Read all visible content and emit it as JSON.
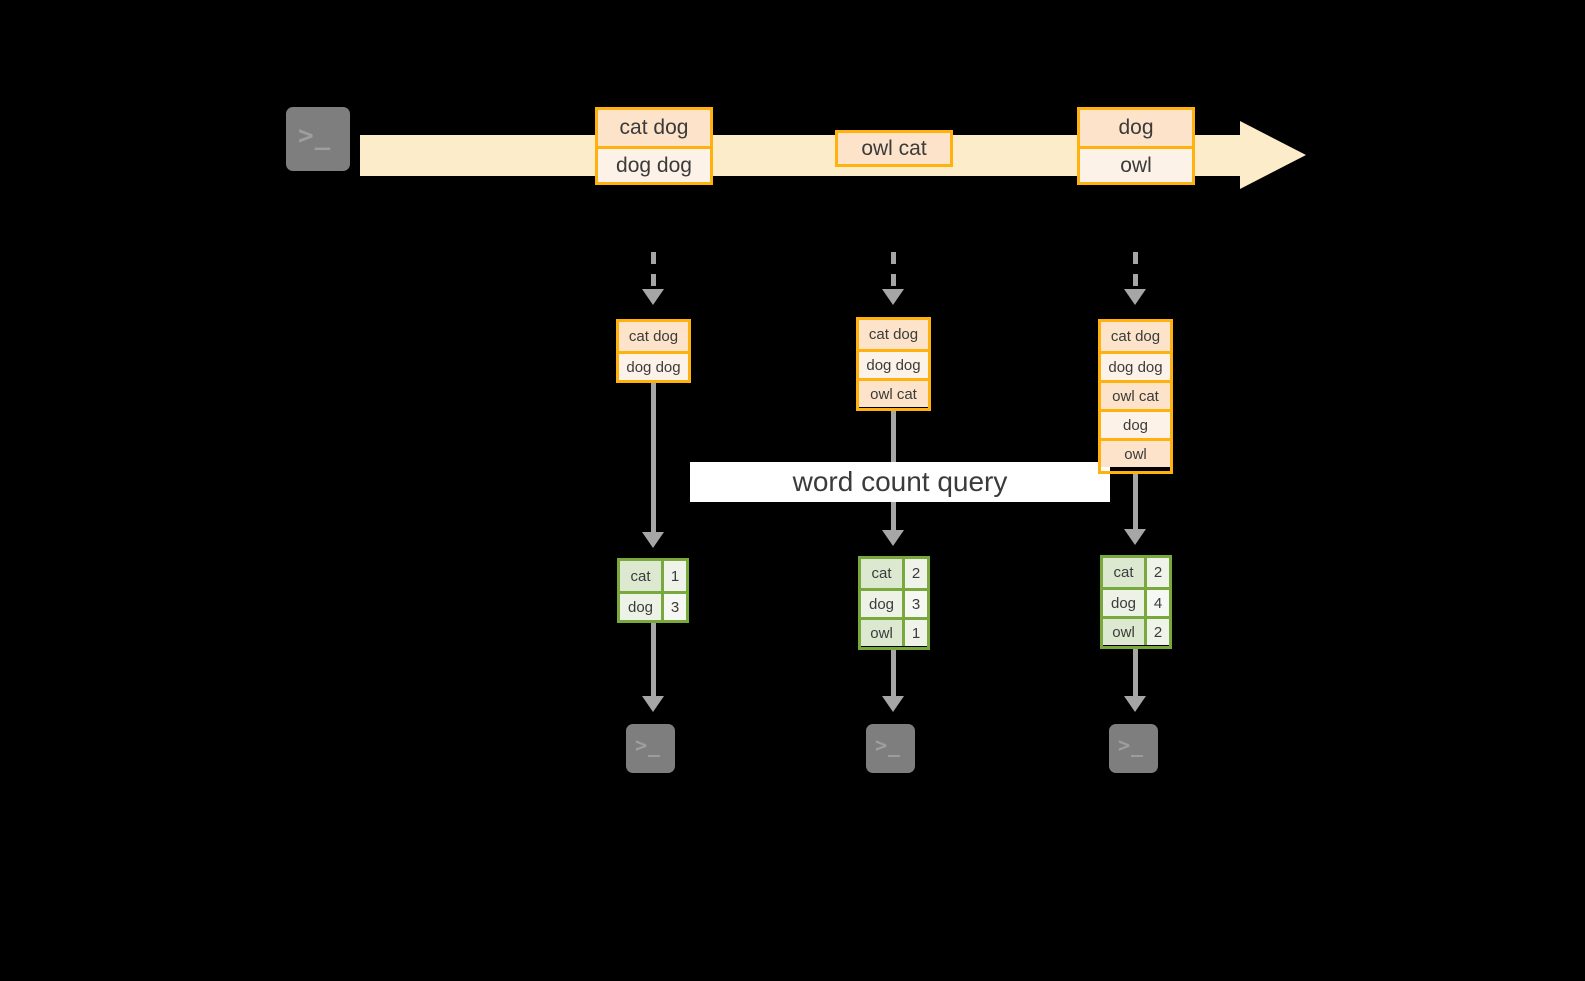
{
  "diagram": {
    "title_label": "word count query",
    "colors": {
      "stream_band": "#FDECCA",
      "message_border": "#FFB20E",
      "message_fill_dark": "#FCE3CA",
      "message_fill_light": "#FDF2E7",
      "table_border": "#79A83C",
      "table_key_fill": "#DDE8D0",
      "table_value_fill": "#EFF3EA",
      "connector": "#A6A6A6",
      "terminal_fill": "#7E7E7E",
      "background": "#000000",
      "label_fill": "#FFFFFF"
    }
  },
  "producer": {
    "icon": "terminal-icon",
    "prompt": ">_"
  },
  "stream": {
    "batches": [
      {
        "name": "batch-1",
        "lines": [
          "cat dog",
          "dog dog"
        ]
      },
      {
        "name": "batch-2",
        "lines": [
          "owl cat"
        ]
      },
      {
        "name": "batch-3",
        "lines": [
          "dog",
          "owl"
        ]
      }
    ]
  },
  "columns": [
    {
      "name": "column-1",
      "inbound_arrow": "dashed-down-arrow",
      "accumulated_lines": [
        "cat dog",
        "dog dog"
      ],
      "result": {
        "rows": [
          {
            "word": "cat",
            "count": "1"
          },
          {
            "word": "dog",
            "count": "3"
          }
        ]
      },
      "consumer": {
        "icon": "terminal-icon",
        "prompt": ">_"
      }
    },
    {
      "name": "column-2",
      "inbound_arrow": "dashed-down-arrow",
      "accumulated_lines": [
        "cat dog",
        "dog dog",
        "owl cat"
      ],
      "result": {
        "rows": [
          {
            "word": "cat",
            "count": "2"
          },
          {
            "word": "dog",
            "count": "3"
          },
          {
            "word": "owl",
            "count": "1"
          }
        ]
      },
      "consumer": {
        "icon": "terminal-icon",
        "prompt": ">_"
      }
    },
    {
      "name": "column-3",
      "inbound_arrow": "dashed-down-arrow",
      "accumulated_lines": [
        "cat dog",
        "dog dog",
        "owl cat",
        "dog",
        "owl"
      ],
      "result": {
        "rows": [
          {
            "word": "cat",
            "count": "2"
          },
          {
            "word": "dog",
            "count": "4"
          },
          {
            "word": "owl",
            "count": "2"
          }
        ]
      },
      "consumer": {
        "icon": "terminal-icon",
        "prompt": ">_"
      }
    }
  ]
}
